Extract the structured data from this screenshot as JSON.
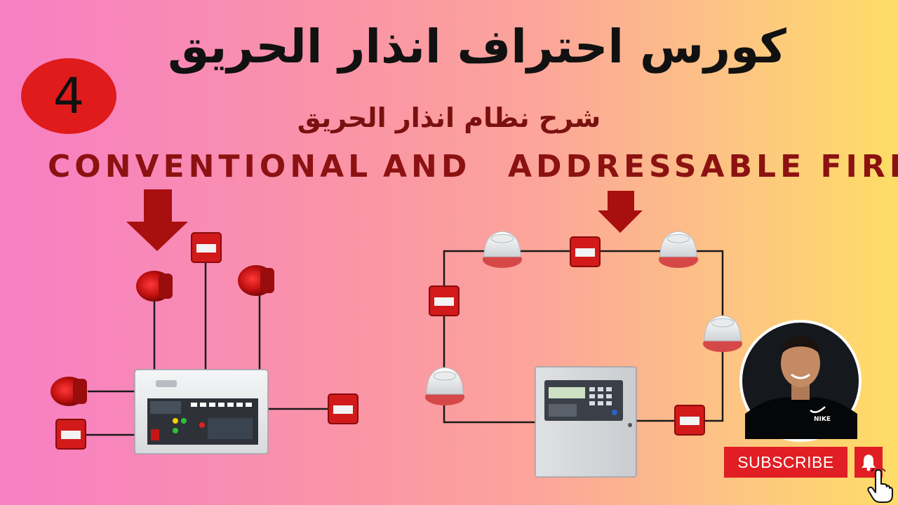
{
  "thumbnail": {
    "title": "كورس احتراف انذار الحريق",
    "subtitle": "شرح نظام انذار الحريق",
    "episode_number": "4",
    "english_heading": {
      "part1": "CONVENTIONAL",
      "part2": "AND",
      "part3": "ADDRESSABLE FIRE"
    },
    "presenter_shirt_logo": "NIKE",
    "subscribe_label": "SUBSCRIBE"
  },
  "colors": {
    "accent_red": "#e01e24",
    "heading_red": "#8c1212",
    "badge_red": "#e01b1b",
    "arrow_red": "#a80f0f",
    "wire": "#1a1a1a"
  },
  "icons": [
    "down-arrow-icon",
    "bell-icon",
    "hand-cursor-icon",
    "smoke-detector-icon",
    "manual-call-point-icon",
    "sounder-icon",
    "control-panel-icon"
  ]
}
